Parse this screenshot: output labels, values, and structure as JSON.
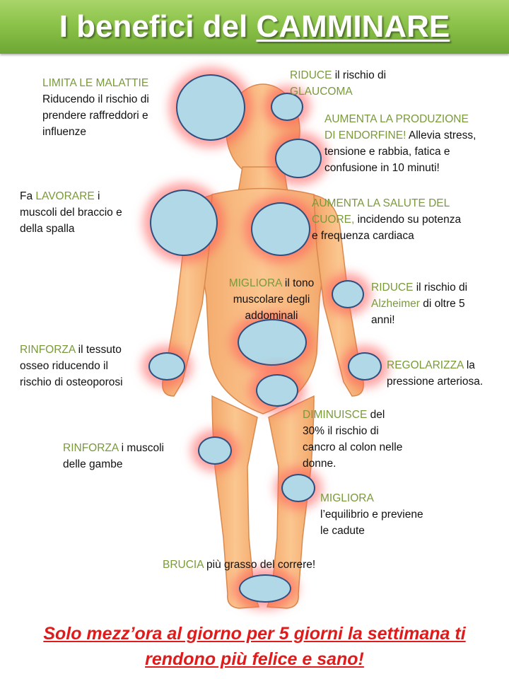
{
  "title": {
    "part1": "I benefici del ",
    "part2": "CAMMINARE"
  },
  "colors": {
    "banner": "#8bc34a",
    "highlight": "#7a9a3a",
    "footer": "#e01b1b",
    "spot_fill": "#b0d8e6",
    "spot_border": "#2f4f7f",
    "skin": "#f6b87e"
  },
  "benefits": {
    "malattie": {
      "h": "LIMITA LE MALATTIE",
      "t": "Riducendo il rischio di\nprendere raffreddori e\ninfluenze"
    },
    "glaucoma": {
      "h": "RIDUCE",
      "t": " il rischio di",
      "h2": "GLAUCOMA"
    },
    "endorfine": {
      "h": "AUMENTA LA PRODUZIONE\nDI ENDORFINE!",
      "t": " Allevia stress,\ntensione e rabbia, fatica e\nconfusione in 10 minuti!"
    },
    "braccio": {
      "pre": "Fa ",
      "h": "LAVORARE",
      "t": " i\nmuscoli del braccio e\ndella spalla"
    },
    "cuore": {
      "h": "AUMENTA LA SALUTE DEL\nCUORE,",
      "t": " incidendo su potenza\ne frequenza cardiaca"
    },
    "addominali": {
      "h": "MIGLIORA",
      "t": " il tono\nmuscolare degli\naddominali"
    },
    "alzheimer": {
      "h": "RIDUCE",
      "t": " il rischio di",
      "h2": "Alzheimer",
      "t2": " di oltre 5\nanni!"
    },
    "osseo": {
      "h": "RINFORZA",
      "t": " il tessuto\nosseo riducendo il\nrischio di osteoporosi"
    },
    "pressione": {
      "h": "REGOLARIZZA",
      "t": "  la\npressione arteriosa."
    },
    "colon": {
      "h": "DIMINUISCE",
      "t": " del\n30% il rischio di\ncancro al colon nelle\ndonne."
    },
    "gambe": {
      "h": "RINFORZA",
      "t": " i muscoli\ndelle gambe"
    },
    "equilibrio": {
      "h": "MIGLIORA",
      "t": "\nl’equilibrio e previene\nle cadute"
    },
    "grasso": {
      "h": "BRUCIA",
      "t": " più grasso del correre!"
    }
  },
  "footer": {
    "line1": "Solo mezz’ora al giorno per 5 giorni la settimana ti",
    "line2": "rendono più felice e sano!"
  }
}
